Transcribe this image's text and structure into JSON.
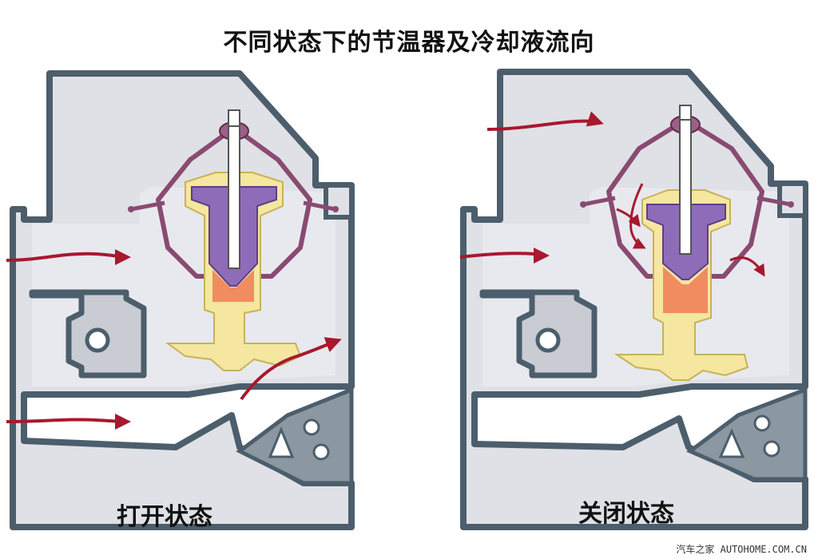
{
  "title": "不同状态下的节温器及冷却液流向",
  "labels": {
    "open": "打开状态",
    "closed": "关闭状态"
  },
  "watermark": "汽车之家 AUTOHOME.COM.CN",
  "colors": {
    "housing_fill": "#dfe1e6",
    "housing_stroke": "#4c5e6c",
    "cage": "#8a4a72",
    "wax_body": "#f5e6a0",
    "piston": "#8e6cb8",
    "wax_element": "#f08c60",
    "arrow": "#a8182e"
  }
}
